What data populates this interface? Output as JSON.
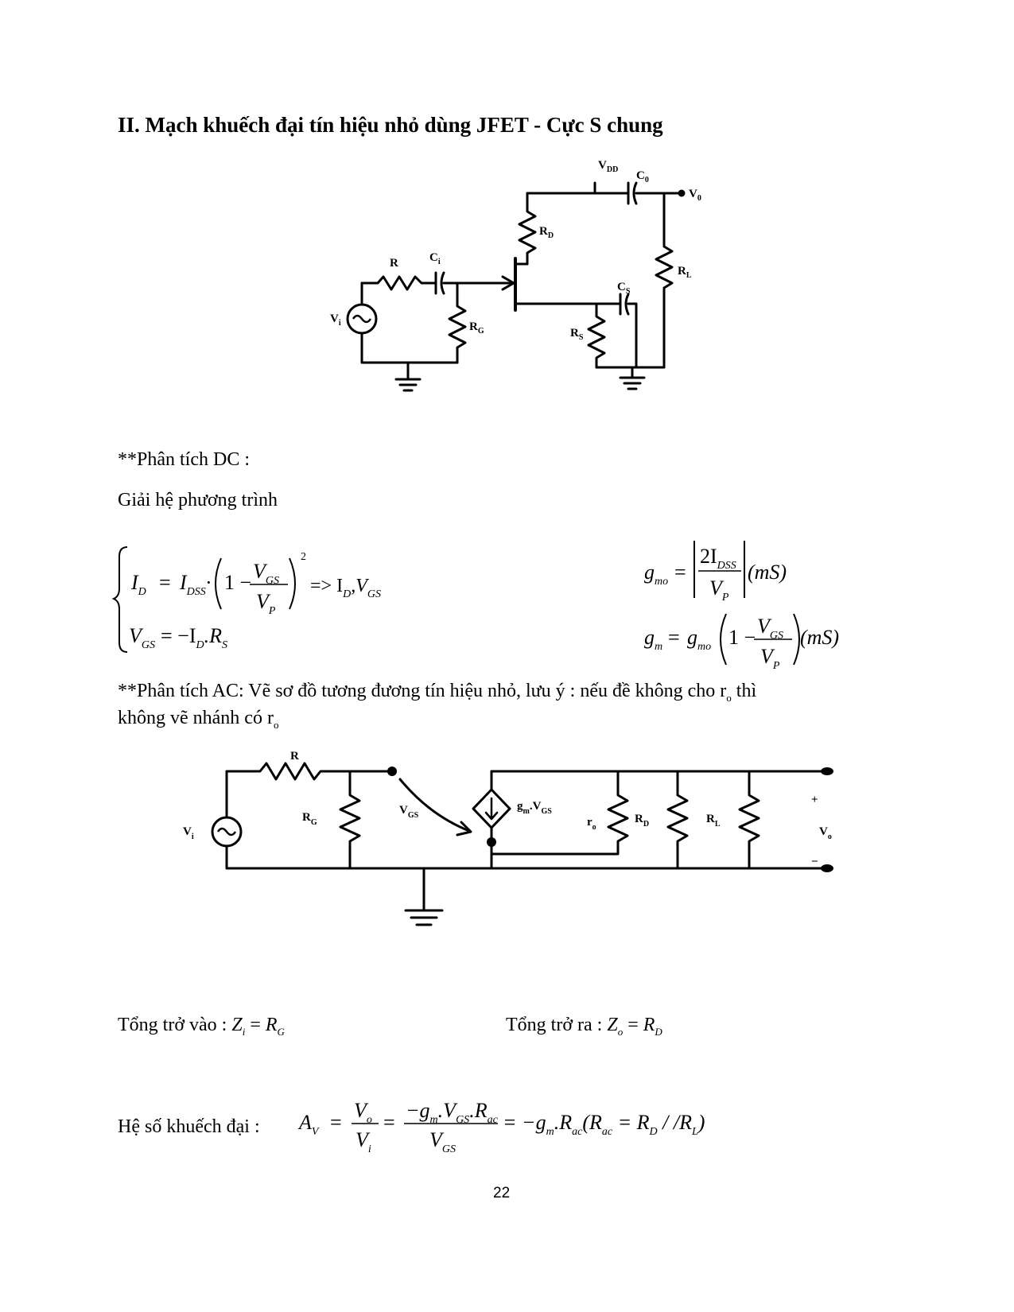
{
  "heading": "II. Mạch khuếch đại tín hiệu nhỏ dùng JFET - Cực S chung",
  "circuit1": {
    "labels": {
      "vdd": "V",
      "vdd_sub": "DD",
      "co": "C",
      "co_sub": "0",
      "vo": "V",
      "vo_sub": "0",
      "rd": "R",
      "rd_sub": "D",
      "rl": "R",
      "rl_sub": "L",
      "r": "R",
      "ci": "C",
      "ci_sub": "i",
      "cs": "C",
      "cs_sub": "S",
      "vi": "V",
      "vi_sub": "i",
      "rg": "R",
      "rg_sub": "G",
      "rs": "R",
      "rs_sub": "S"
    }
  },
  "dc_analysis": {
    "title": "**Phân tích DC :",
    "intro": "Giải hệ phương trình",
    "eq1_lhs": "I",
    "eq1_lhs_sub": "D",
    "eq1_idss": "I",
    "eq1_idss_sub": "DSS",
    "eq1_one_minus": "1 −",
    "eq1_vgs": "V",
    "eq1_vgs_sub": "GS",
    "eq1_vp": "V",
    "eq1_vp_sub": "P",
    "eq1_exp": "2",
    "eq1_result": "=> I",
    "eq1_result_sub": "D",
    "eq1_result2": ",V",
    "eq1_result2_sub": "GS",
    "eq2_lhs": "V",
    "eq2_lhs_sub": "GS",
    "eq2_rhs": "= −I",
    "eq2_rhs_sub": "D",
    "eq2_rhs2": ".R",
    "eq2_rhs2_sub": "S",
    "gmo_lhs": "g",
    "gmo_lhs_sub": "mo",
    "gmo_num": "2I",
    "gmo_num_sub": "DSS",
    "gmo_den": "V",
    "gmo_den_sub": "P",
    "gmo_unit": "(mS)",
    "gm_lhs": "g",
    "gm_lhs_sub": "m",
    "gm_rhs": "g",
    "gm_rhs_sub": "mo",
    "gm_one_minus": "1 −",
    "gm_vgs": "V",
    "gm_vgs_sub": "GS",
    "gm_vp": "V",
    "gm_vp_sub": "P",
    "gm_unit": "(mS)"
  },
  "ac_analysis": {
    "line1_pre": "**Phân tích AC: Vẽ sơ đồ tương đương tín hiệu nhỏ, lưu ý : nếu đề không cho r",
    "line1_sub": "o",
    "line1_post": " thì",
    "line2_pre": "không vẽ nhánh có r",
    "line2_sub": "o"
  },
  "circuit2": {
    "labels": {
      "r": "R",
      "vi": "V",
      "vi_sub": "i",
      "rg": "R",
      "rg_sub": "G",
      "vgs": "V",
      "vgs_sub": "GS",
      "gm": "g",
      "gm_sub": "m",
      "gm_vgs": ".V",
      "gm_vgs_sub": "GS",
      "ro": "r",
      "ro_sub": "o",
      "rd": "R",
      "rd_sub": "D",
      "rl": "R",
      "rl_sub": "L",
      "plus": "+",
      "minus": "−",
      "vo": "V",
      "vo_sub": "o"
    }
  },
  "impedance": {
    "zi_text": "Tổng trở vào : ",
    "zi_lhs": "Z",
    "zi_lhs_sub": "i",
    "zi_rhs": "R",
    "zi_rhs_sub": "G",
    "zo_text": "Tổng trở ra : ",
    "zo_lhs": "Z",
    "zo_lhs_sub": "o",
    "zo_rhs": "R",
    "zo_rhs_sub": "D"
  },
  "gain": {
    "text": "Hệ số khuếch đại : ",
    "av": "A",
    "av_sub": "V",
    "vo": "V",
    "vo_sub": "o",
    "vi": "V",
    "vi_sub": "i",
    "num": "−g",
    "num_sub1": "m",
    "num_mid": ".V",
    "num_sub2": "GS",
    "num_end": ".R",
    "num_sub3": "ac",
    "den": "V",
    "den_sub": "GS",
    "rhs": "= −g",
    "rhs_sub1": "m",
    "rhs_mid": ".R",
    "rhs_sub2": "ac",
    "paren": "(R",
    "paren_sub": "ac",
    "paren_eq": " = R",
    "paren_sub2": "D",
    "paren_par": " / /R",
    "paren_sub3": "L",
    "paren_close": ")"
  },
  "page_number": "22"
}
